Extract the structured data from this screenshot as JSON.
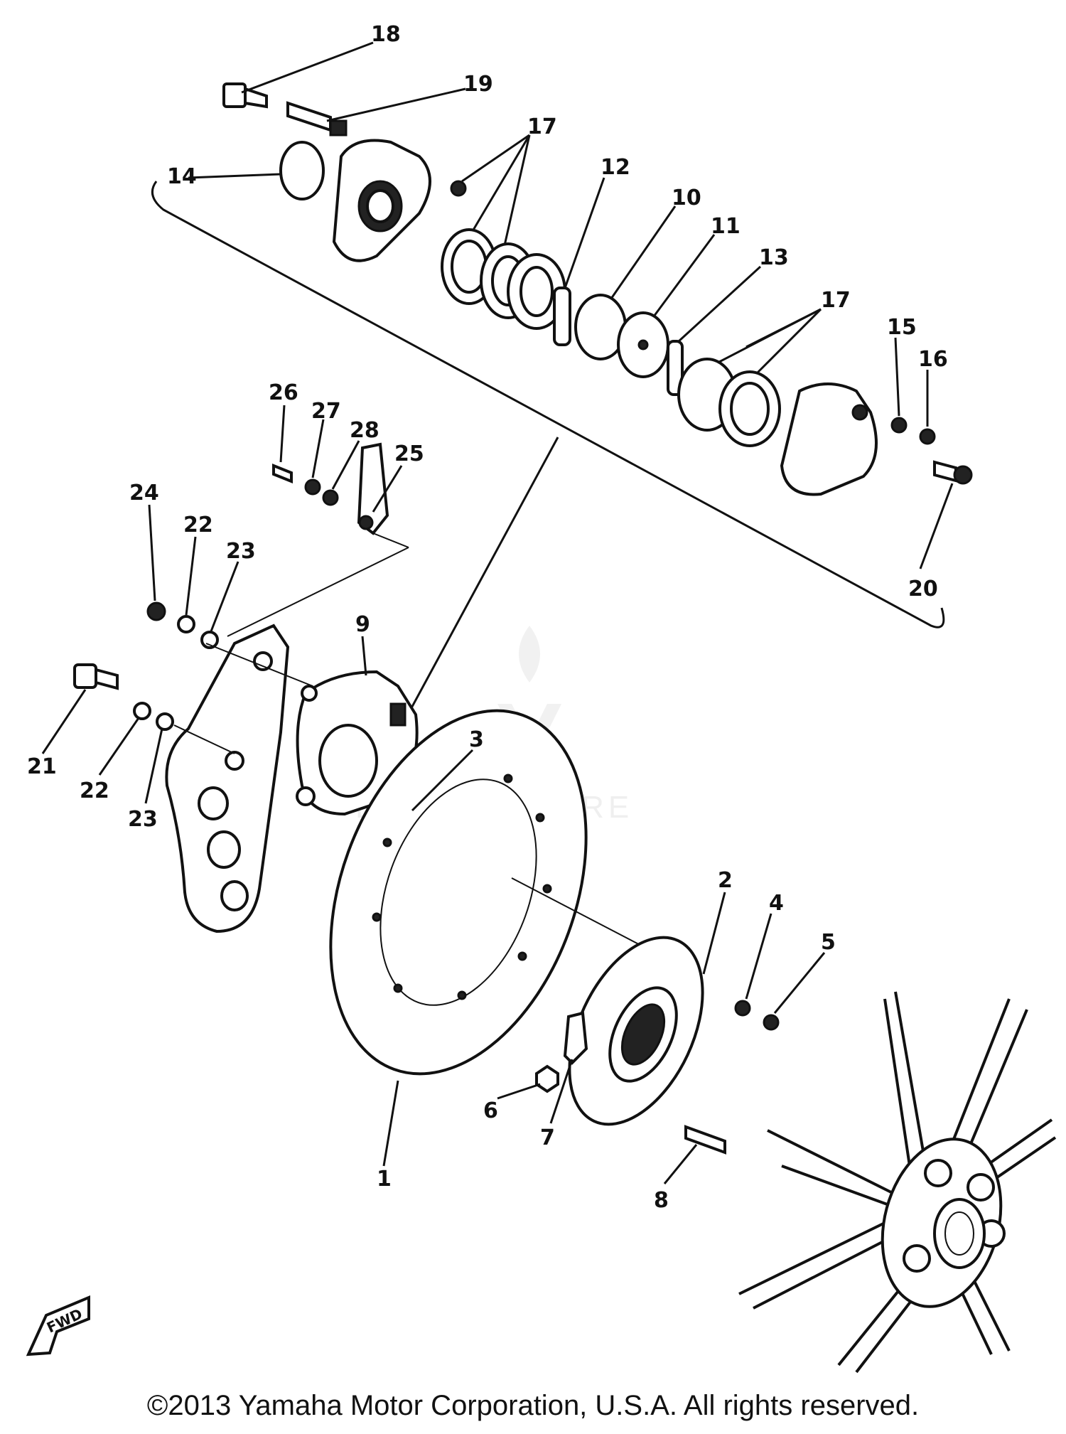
{
  "callouts": [
    "18",
    "19",
    "17",
    "14",
    "12",
    "10",
    "11",
    "13",
    "17",
    "15",
    "16",
    "20",
    "26",
    "27",
    "28",
    "25",
    "24",
    "22",
    "23",
    "9",
    "21",
    "22",
    "23",
    "3",
    "2",
    "4",
    "5",
    "6",
    "7",
    "1",
    "8"
  ],
  "watermark": "LEADVENTURE",
  "front_marker": "FWD",
  "copyright": "©2013 Yamaha Motor Corporation, U.S.A. All rights reserved."
}
